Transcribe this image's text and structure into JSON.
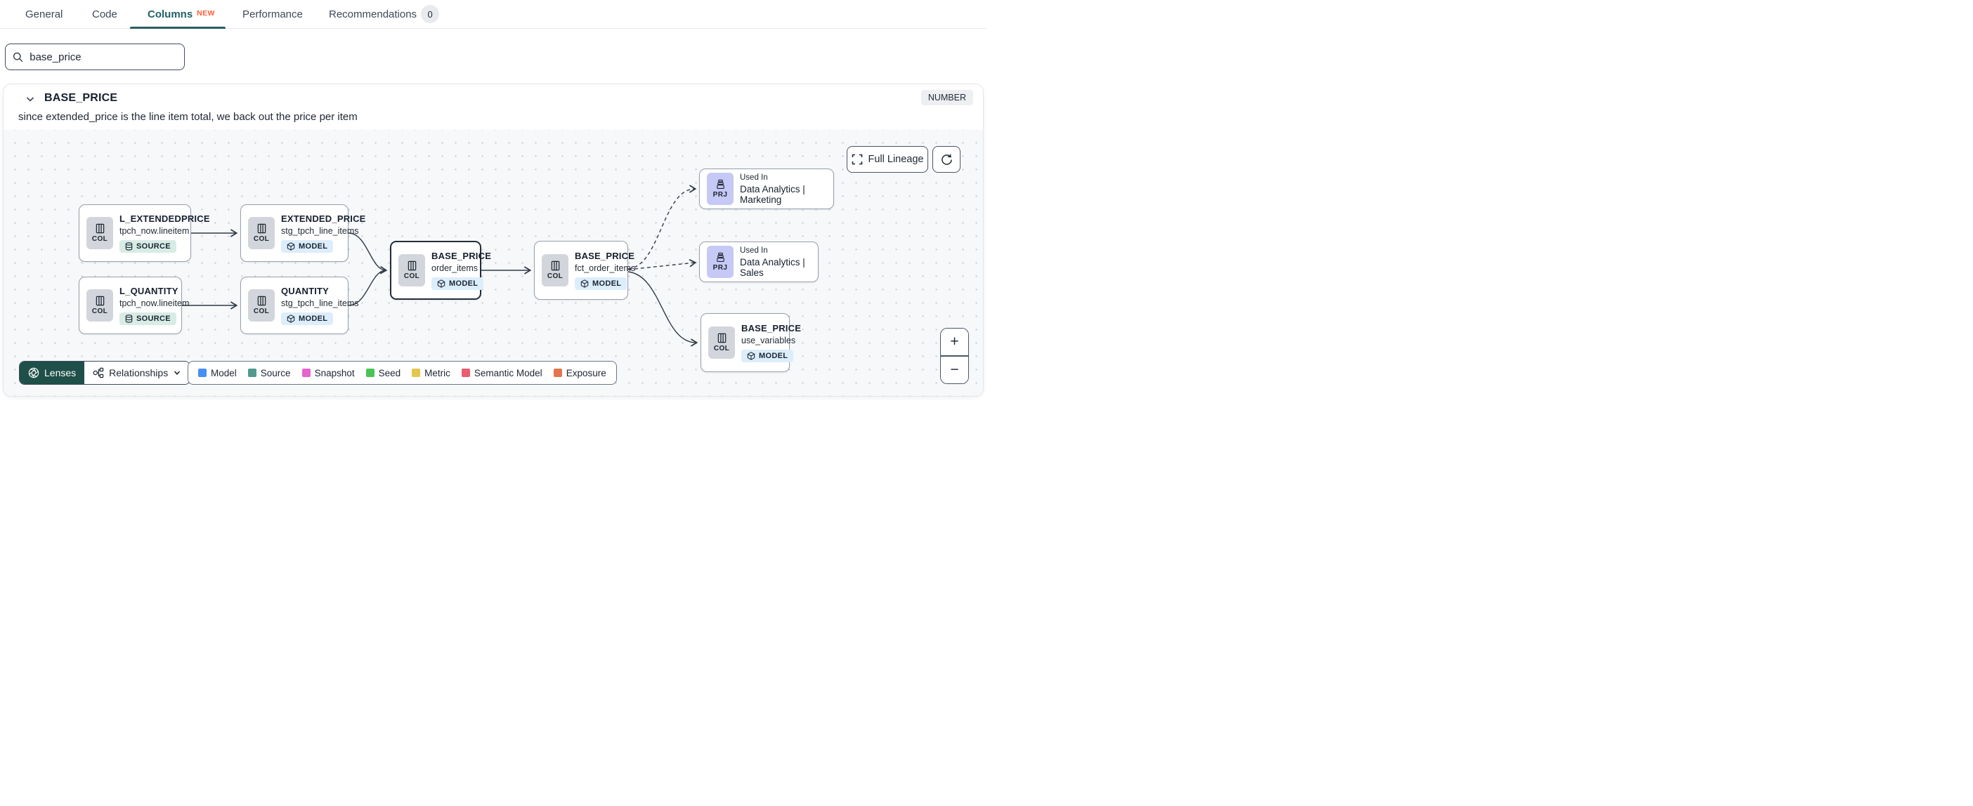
{
  "tabs": {
    "items": [
      {
        "label": "General"
      },
      {
        "label": "Code"
      },
      {
        "label": "Columns",
        "flag": "NEW"
      },
      {
        "label": "Performance"
      },
      {
        "label": "Recommendations",
        "count": "0"
      }
    ]
  },
  "search": {
    "value": "base_price"
  },
  "column": {
    "name": "BASE_PRICE",
    "type": "NUMBER",
    "description": "since extended_price is the line item total, we back out the price per item"
  },
  "lineage": {
    "controls": {
      "full_lineage": "Full Lineage",
      "zoom_in": "+",
      "zoom_out": "−"
    },
    "nodes": [
      {
        "title": "L_EXTENDEDPRICE",
        "subtitle": "tpch_now.lineitem",
        "kind": "COL",
        "badge": "SOURCE"
      },
      {
        "title": "L_QUANTITY",
        "subtitle": "tpch_now.lineitem",
        "kind": "COL",
        "badge": "SOURCE"
      },
      {
        "title": "EXTENDED_PRICE",
        "subtitle": "stg_tpch_line_items",
        "kind": "COL",
        "badge": "MODEL"
      },
      {
        "title": "QUANTITY",
        "subtitle": "stg_tpch_line_items",
        "kind": "COL",
        "badge": "MODEL"
      },
      {
        "title": "BASE_PRICE",
        "subtitle": "order_items",
        "kind": "COL",
        "badge": "MODEL",
        "selected": true
      },
      {
        "title": "BASE_PRICE",
        "subtitle": "fct_order_items",
        "kind": "COL",
        "badge": "MODEL"
      },
      {
        "kind": "PRJ",
        "used_in_label": "Used In",
        "title": "Data Analytics | Marketing"
      },
      {
        "kind": "PRJ",
        "used_in_label": "Used In",
        "title": "Data Analytics | Sales"
      },
      {
        "title": "BASE_PRICE",
        "subtitle": "use_variables",
        "kind": "COL",
        "badge": "MODEL"
      }
    ],
    "toolbar": {
      "lenses": "Lenses",
      "relationships": "Relationships"
    },
    "legend": {
      "items": [
        {
          "label": "Model",
          "color": "#478ff2"
        },
        {
          "label": "Source",
          "color": "#519a8d"
        },
        {
          "label": "Snapshot",
          "color": "#e564cd"
        },
        {
          "label": "Seed",
          "color": "#49c454"
        },
        {
          "label": "Metric",
          "color": "#e5c54b"
        },
        {
          "label": "Semantic Model",
          "color": "#ea5c70"
        },
        {
          "label": "Exposure",
          "color": "#e1764f"
        }
      ]
    }
  }
}
